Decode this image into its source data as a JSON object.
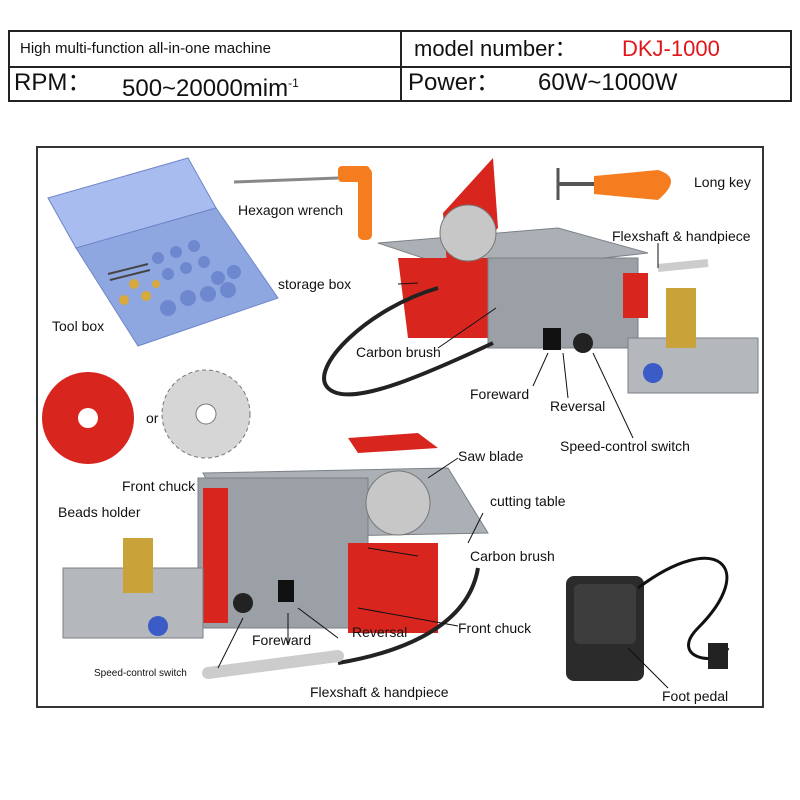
{
  "spec": {
    "function_label": "High multi-function all-in-one machine",
    "model_key": "model number：",
    "model_value": "DKJ-1000",
    "rpm_key": "RPM：",
    "rpm_value": "500~20000mim",
    "rpm_sup": "-1",
    "power_key": "Power：",
    "power_value": "60W~1000W"
  },
  "labels": {
    "hexagon_wrench": "Hexagon wrench",
    "long_key": "Long key",
    "tool_box": "Tool box",
    "storage_box": "storage box",
    "flexshaft_top": "Flexshaft & handpiece",
    "carbon_brush_top": "Carbon brush",
    "foreward_top": "Foreward",
    "reversal_top": "Reversal",
    "speed_switch_top": "Speed-control switch",
    "or": "or",
    "saw_blade": "Saw blade",
    "front_chuck_top": "Front chuck",
    "cutting_table": "cutting table",
    "beads_holder": "Beads holder",
    "carbon_brush_bottom": "Carbon brush",
    "front_chuck_bottom": "Front chuck",
    "foreward_bottom": "Foreward",
    "reversal_bottom": "Reversal",
    "speed_switch_bottom": "Speed-control switch",
    "flexshaft_bottom": "Flexshaft & handpiece",
    "foot_pedal": "Foot pedal"
  },
  "colors": {
    "machine_red": "#d8261f",
    "machine_gray": "#9aa0a6",
    "toolbox_blue": "#8fa7e0",
    "handle_orange": "#f57d1f",
    "model_red": "#e0161b"
  }
}
